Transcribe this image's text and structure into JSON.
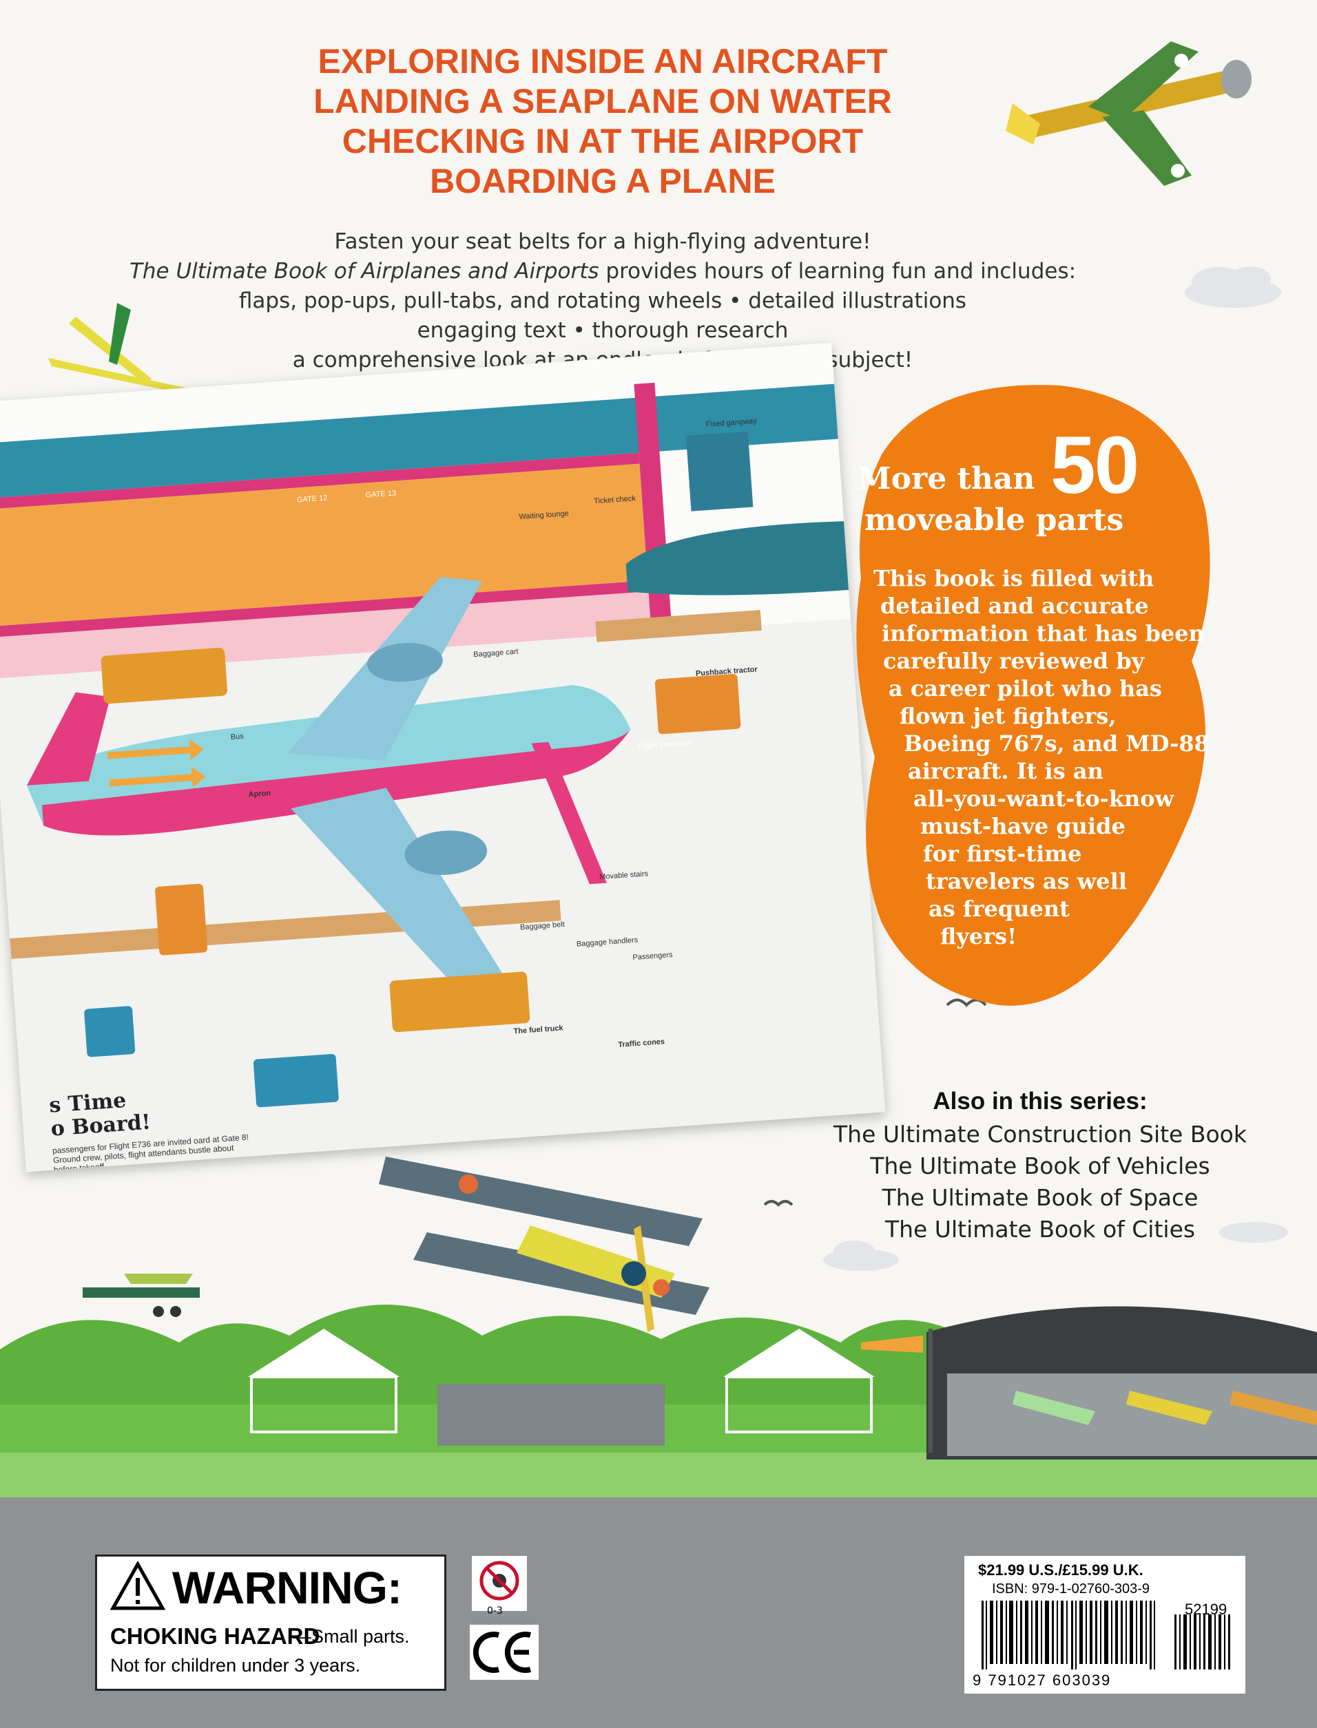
{
  "headline": {
    "line1": "EXPLORING INSIDE AN AIRCRAFT",
    "line2": "LANDING A SEAPLANE ON WATER",
    "line3": "CHECKING IN AT THE AIRPORT",
    "line4": "BOARDING A PLANE"
  },
  "intro": {
    "line1": "Fasten your seat belts for a high-flying adventure!",
    "line2_title": "The Ultimate Book of Airplanes and Airports",
    "line2_rest": " provides hours of learning fun and includes:",
    "line3": "flaps, pop-ups, pull-tabs, and rotating wheels • detailed illustrations",
    "line4": "engaging text • thorough research",
    "line5": "a comprehensive look at an endlessly fascinating subject!"
  },
  "promo": {
    "more_than": "More than",
    "count": "50",
    "moveable": "moveable parts",
    "blurb_lines": [
      "This book is filled with",
      "detailed and accurate",
      "information that has been",
      "carefully reviewed by",
      "a career pilot who has",
      "flown jet fighters,",
      "Boeing 767s, and MD-88",
      "aircraft. It is an",
      "all-you-want-to-know",
      "must-have guide",
      "for first-time",
      "travelers as well",
      "as frequent",
      "flyers!"
    ]
  },
  "spread": {
    "labels": {
      "fixed_gangway": "Fixed gangway",
      "waiting_lounge": "Waiting lounge",
      "ticket_check": "Ticket check",
      "gate12": "GATE 12",
      "gate13": "GATE 13",
      "baggage_cart": "Baggage cart",
      "bus": "Bus",
      "apron": "Apron",
      "movable_stairs": "Movable stairs",
      "baggage_belt": "Baggage belt",
      "baggage_handlers": "Baggage handlers",
      "passengers": "Passengers",
      "pushback_tractor": "Pushback tractor",
      "traffic_cones": "Traffic cones",
      "fuel_truck": "The fuel truck",
      "flight_attendant": "Flight attendant",
      "time_to_board_1": "s Time",
      "time_to_board_2": "o Board!",
      "board_text": "passengers for Flight E736 are invited oard at Gate 8! Ground crew, pilots, flight attendants bustle about before takeoff."
    }
  },
  "series": {
    "heading": "Also in this series:",
    "titles": [
      "The Ultimate Construction Site Book",
      "The Ultimate Book of Vehicles",
      "The Ultimate Book of Space",
      "The Ultimate Book of Cities"
    ]
  },
  "warning": {
    "title": "WARNING:",
    "choking": "CHOKING HAZARD",
    "small_parts": "—Small parts.",
    "age_note": "Not for children under 3 years.",
    "age_icon_label": "0-3"
  },
  "barcode": {
    "price": "$21.99 U.S./£15.99 U.K.",
    "isbn": "ISBN: 979-1-02760-303-9",
    "addon": "52199",
    "number": "9 791027 603039"
  },
  "colors": {
    "headline": "#e35320",
    "orange": "#ef7d12",
    "grass": "#5fb13d",
    "road": "#8f9294"
  }
}
